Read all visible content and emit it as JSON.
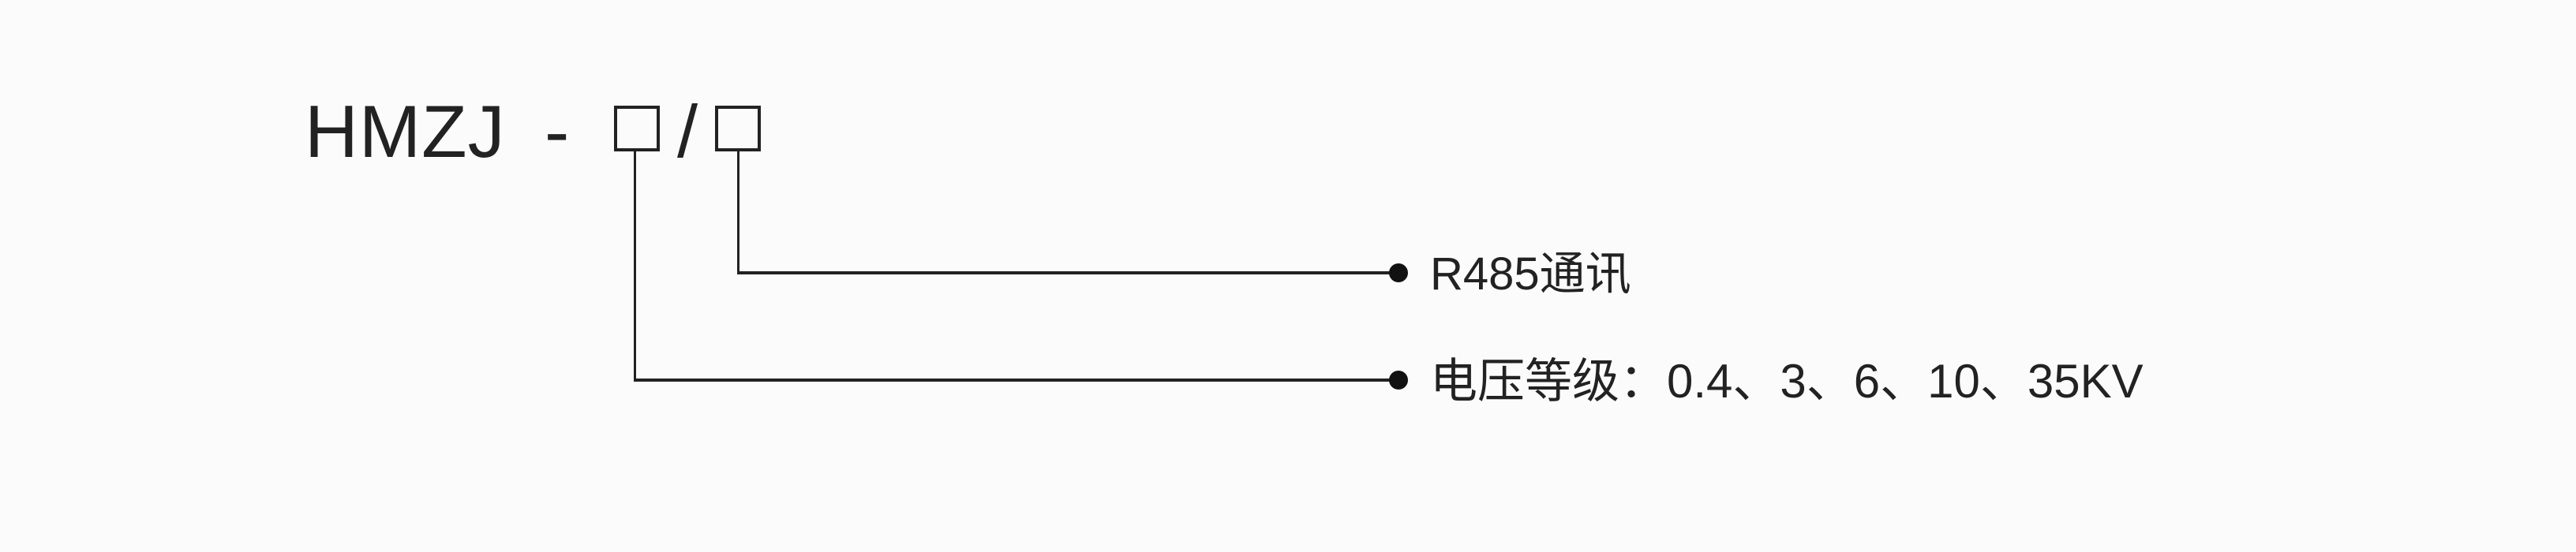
{
  "model": {
    "prefix": "HMZJ",
    "dash": "-",
    "slash": "/"
  },
  "options": [
    {
      "label": "R485通讯"
    },
    {
      "label": "电压等级：0.4、3、6、10、35KV"
    }
  ]
}
